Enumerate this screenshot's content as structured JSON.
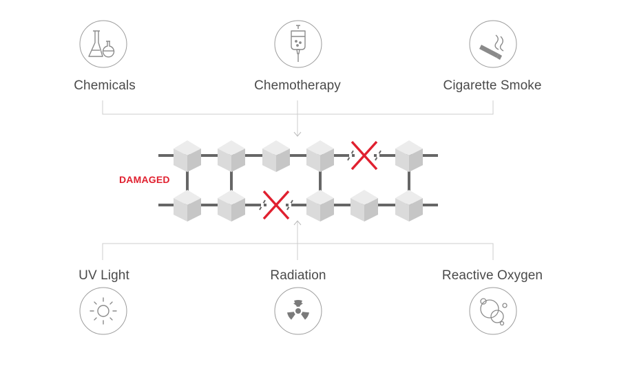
{
  "sources_top": [
    {
      "label": "Chemicals",
      "icon": "flask-icon"
    },
    {
      "label": "Chemotherapy",
      "icon": "iv-bag-icon"
    },
    {
      "label": "Cigarette Smoke",
      "icon": "cigarette-icon"
    }
  ],
  "sources_bottom": [
    {
      "label": "UV Light",
      "icon": "sun-icon"
    },
    {
      "label": "Radiation",
      "icon": "radiation-icon"
    },
    {
      "label": "Reactive Oxygen",
      "icon": "oxygen-bubbles-icon"
    }
  ],
  "dna": {
    "status_label": "DAMAGED",
    "top_strand": [
      "cube",
      "cube",
      "cube",
      "cube",
      "break",
      "cube"
    ],
    "bottom_strand": [
      "cube",
      "cube",
      "break",
      "cube",
      "cube",
      "cube"
    ]
  },
  "colors": {
    "accent": "#e0202f",
    "strand": "#666666",
    "cube_top": "#ececec",
    "cube_left": "#dadada",
    "cube_right": "#c6c6c6",
    "connector": "#cccccc",
    "icon": "#8a8a8a"
  }
}
